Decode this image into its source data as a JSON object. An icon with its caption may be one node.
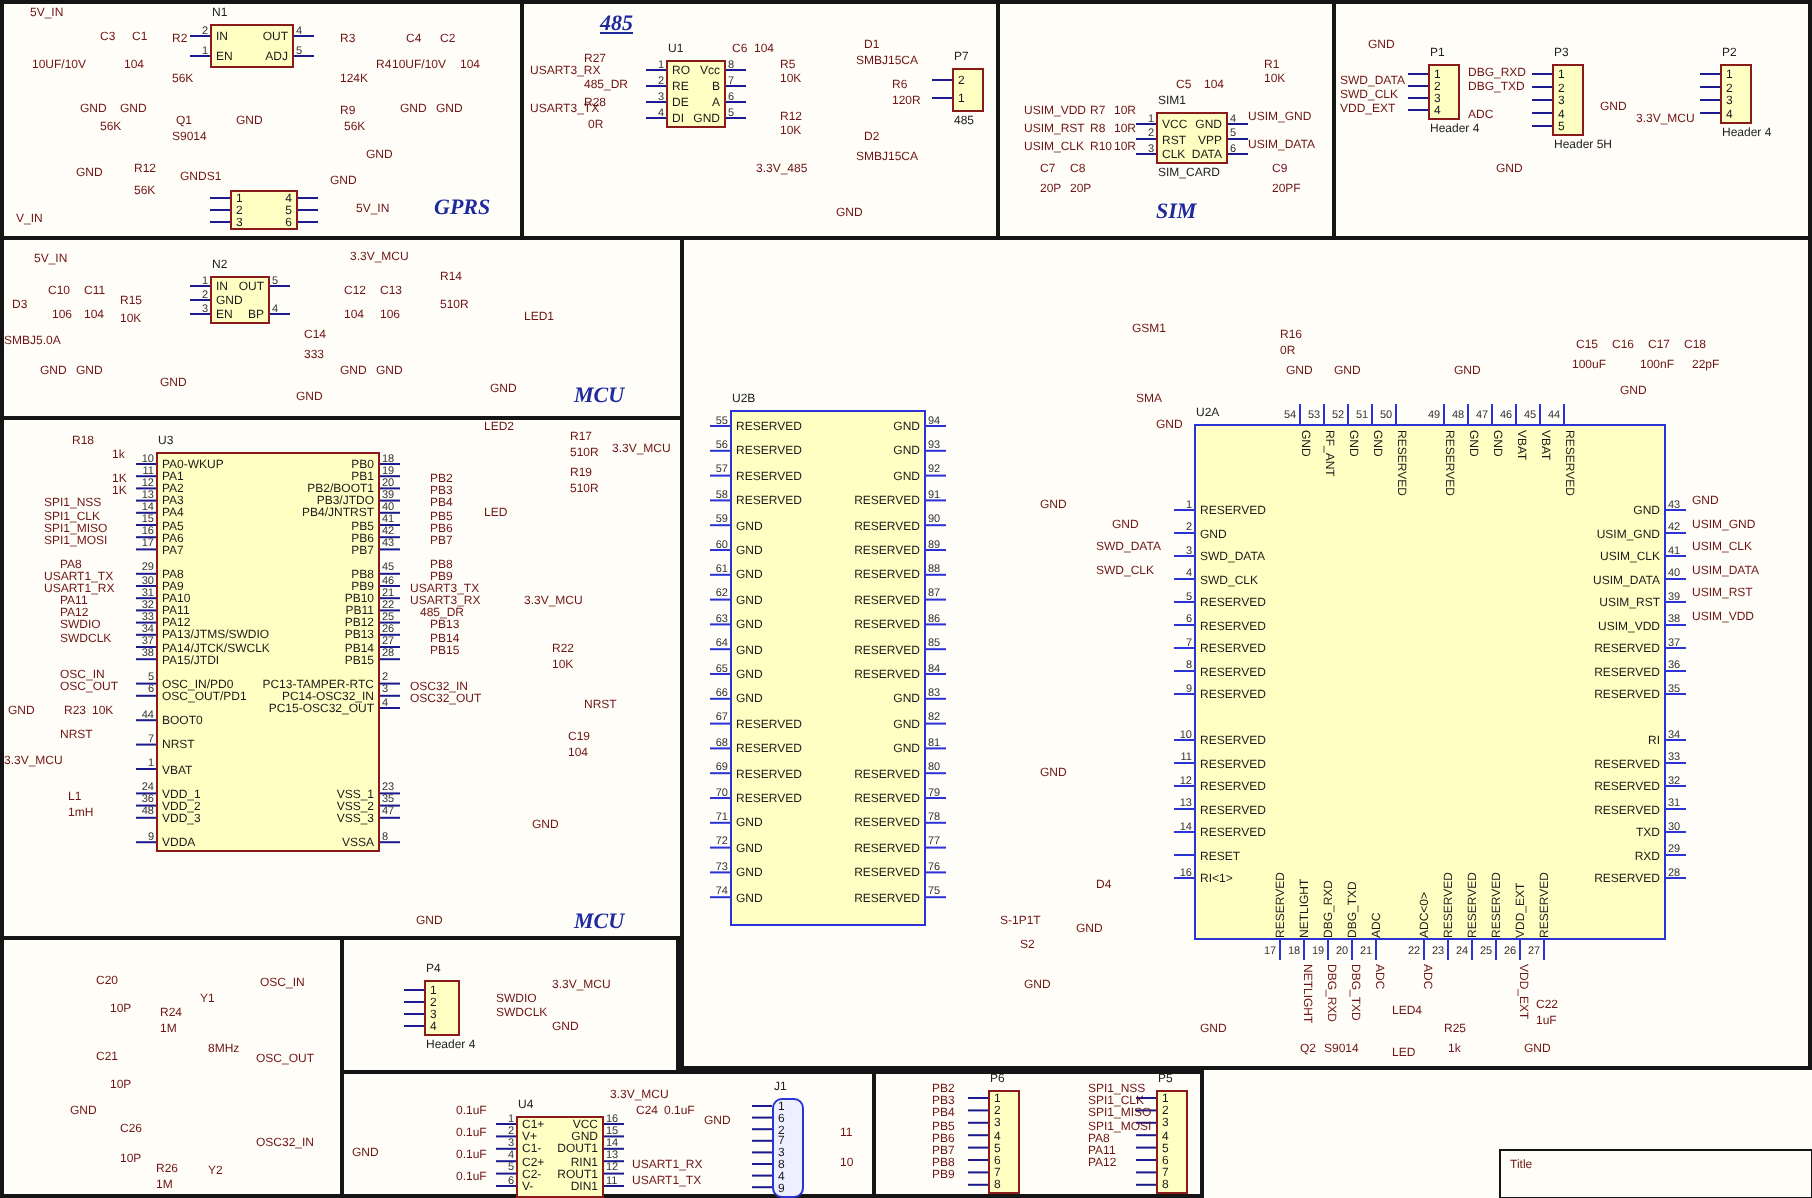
{
  "diagram": {
    "nodes": [
      {
        "text": [
          "GPRS"
        ]
      },
      {
        "text": [
          "N1",
          "IN",
          "EN",
          "OUT",
          "ADJ",
          "2",
          "1",
          "4",
          "5"
        ],
        "in": 0
      },
      {
        "text": [
          "1",
          "2",
          "3",
          "4",
          "5",
          "6"
        ],
        "in": 0
      },
      {
        "text": [
          "485"
        ]
      },
      {
        "text": [
          "U1",
          "RO",
          "RE",
          "DE",
          "DI",
          "Vcc",
          "B",
          "A",
          "GND",
          "1",
          "2",
          "3",
          "4",
          "8",
          "7",
          "6",
          "5"
        ],
        "in": 3
      },
      {
        "text": [
          "P7",
          "2",
          "1",
          "485"
        ],
        "in": 3
      },
      {
        "text": [
          "SIM"
        ]
      },
      {
        "text": [
          "SIM1",
          "VCC",
          "RST",
          "CLK",
          "GND",
          "VPP",
          "DATA",
          "1",
          "2",
          "3",
          "4",
          "5",
          "6",
          "SIM_CARD"
        ],
        "in": 6
      },
      {
        "text": [],
        "shape": "box"
      },
      {
        "text": [
          "P1",
          "1",
          "2",
          "3",
          "4",
          "Header 4"
        ],
        "in": 8
      },
      {
        "text": [
          "P3",
          "1",
          "2",
          "3",
          "4",
          "5",
          "Header 5H"
        ],
        "in": 8
      },
      {
        "text": [
          "P2",
          "1",
          "2",
          "3",
          "4",
          "Header 4"
        ],
        "in": 8
      },
      {
        "text": [
          "MCU"
        ]
      },
      {
        "text": [
          "N2",
          "IN",
          "GND",
          "EN",
          "OUT",
          "BP",
          "1",
          "2",
          "3",
          "5",
          "4"
        ],
        "in": 12
      },
      {
        "text": [
          "MCU"
        ]
      },
      {
        "text": [
          "U3",
          "PA0-WKUP",
          "PA1",
          "PA2",
          "PA3",
          "PA4",
          "PA5",
          "PA6",
          "PA7",
          "PA8",
          "PA9",
          "PA10",
          "PA11",
          "PA12",
          "PA13/JTMS/SWDIO",
          "PA14/JTCK/SWCLK",
          "PA15/JTDI",
          "OSC_IN/PD0",
          "OSC_OUT/PD1",
          "BOOT0",
          "NRST",
          "VBAT",
          "VDD_1",
          "VDD_2",
          "VDD_3",
          "VDDA",
          "PB0",
          "PB1",
          "PB2/BOOT1",
          "PB3/JTDO",
          "PB4/JNTRST",
          "PB5",
          "PB6",
          "PB7",
          "PB8",
          "PB9",
          "PB10",
          "PB11",
          "PB12",
          "PB13",
          "PB14",
          "PB15",
          "PC13-TAMPER-RTC",
          "PC14-OSC32_IN",
          "PC15-OSC32_OUT",
          "VSS_1",
          "VSS_2",
          "VSS_3",
          "VSSA",
          "10",
          "11",
          "12",
          "13",
          "14",
          "15",
          "16",
          "17",
          "29",
          "30",
          "31",
          "32",
          "33",
          "34",
          "37",
          "38",
          "5",
          "6",
          "44",
          "7",
          "1",
          "24",
          "36",
          "48",
          "9",
          "18",
          "19",
          "20",
          "39",
          "40",
          "41",
          "42",
          "43",
          "45",
          "46",
          "21",
          "22",
          "25",
          "26",
          "27",
          "28",
          "2",
          "3",
          "4",
          "23",
          "35",
          "47",
          "8"
        ],
        "in": 14
      },
      {
        "text": [],
        "shape": "box"
      },
      {
        "text": [
          "U2B",
          "RESERVED",
          "RESERVED",
          "RESERVED",
          "RESERVED",
          "GND",
          "GND",
          "GND",
          "GND",
          "GND",
          "GND",
          "GND",
          "GND",
          "RESERVED",
          "RESERVED",
          "RESERVED",
          "RESERVED",
          "GND",
          "GND",
          "GND",
          "GND",
          "GND",
          "GND",
          "GND",
          "RESERVED",
          "RESERVED",
          "RESERVED",
          "RESERVED",
          "RESERVED",
          "RESERVED",
          "RESERVED",
          "RESERVED",
          "GND",
          "GND",
          "GND",
          "RESERVED",
          "RESERVED",
          "RESERVED",
          "RESERVED",
          "RESERVED",
          "RESERVED",
          "55",
          "56",
          "57",
          "58",
          "59",
          "60",
          "61",
          "62",
          "63",
          "64",
          "65",
          "66",
          "67",
          "68",
          "69",
          "70",
          "71",
          "72",
          "73",
          "74",
          "94",
          "93",
          "92",
          "91",
          "90",
          "89",
          "88",
          "87",
          "86",
          "85",
          "84",
          "83",
          "82",
          "81",
          "80",
          "79",
          "78",
          "77",
          "76",
          "75"
        ],
        "in": 16
      },
      {
        "text": [
          "U2A",
          "RESERVED",
          "GND",
          "SWD_DATA",
          "SWD_CLK",
          "RESERVED",
          "RESERVED",
          "RESERVED",
          "RESERVED",
          "RESERVED",
          "RESERVED",
          "RESERVED",
          "RESERVED",
          "RESERVED",
          "RESERVED",
          "RESET",
          "RI<1>",
          "GND",
          "USIM_GND",
          "USIM_CLK",
          "USIM_DATA",
          "USIM_RST",
          "USIM_VDD",
          "RESERVED",
          "RESERVED",
          "RESERVED",
          "RI",
          "RESERVED",
          "RESERVED",
          "RESERVED",
          "TXD",
          "RXD",
          "RESERVED",
          "GND",
          "RF_ANT",
          "GND",
          "GND",
          "RESERVED",
          "RESERVED",
          "GND",
          "GND",
          "VBAT",
          "VBAT",
          "RESERVED",
          "RESERVED",
          "NETLIGHT",
          "DBG_RXD",
          "DBG_TXD",
          "ADC",
          "ADC<0>",
          "RESERVED",
          "RESERVED",
          "RESERVED",
          "VDD_EXT",
          "RESERVED",
          "1",
          "2",
          "3",
          "4",
          "5",
          "6",
          "7",
          "8",
          "9",
          "10",
          "11",
          "12",
          "13",
          "14",
          "16",
          "43",
          "42",
          "41",
          "40",
          "39",
          "38",
          "37",
          "36",
          "35",
          "34",
          "33",
          "32",
          "31",
          "30",
          "29",
          "28",
          "54",
          "53",
          "52",
          "51",
          "50",
          "49",
          "48",
          "47",
          "46",
          "45",
          "44",
          "17",
          "18",
          "19",
          "20",
          "21",
          "22",
          "23",
          "24",
          "25",
          "26",
          "27"
        ],
        "in": 16
      },
      {
        "text": [],
        "shape": "box"
      },
      {
        "text": [],
        "shape": "box"
      },
      {
        "text": [
          "P4",
          "1",
          "2",
          "3",
          "4",
          "Header 4"
        ],
        "in": 20
      },
      {
        "text": [],
        "shape": "box"
      },
      {
        "text": [
          "U4",
          "C1+",
          "V+",
          "C1-",
          "C2+",
          "C2-",
          "V-",
          "VCC",
          "GND",
          "DOUT1",
          "RIN1",
          "ROUT1",
          "DIN1",
          "1",
          "2",
          "3",
          "4",
          "5",
          "6",
          "16",
          "15",
          "14",
          "13",
          "12",
          "11"
        ],
        "in": 22
      },
      {
        "text": [
          "J1",
          "1",
          "6",
          "2",
          "7",
          "3",
          "8",
          "4",
          "9"
        ],
        "in": 22
      },
      {
        "text": [],
        "shape": "box"
      },
      {
        "text": [
          "P6",
          "1",
          "2",
          "3",
          "4",
          "5",
          "6",
          "7",
          "8"
        ],
        "in": 25
      },
      {
        "text": [
          "P5",
          "1",
          "2",
          "3",
          "4",
          "5",
          "6",
          "7",
          "8"
        ],
        "in": 25
      }
    ],
    "labels": [
      "5V_IN",
      "C3",
      "C1",
      "10UF/10V",
      "104",
      "R2",
      "56K",
      "GND",
      "GND",
      "GND",
      "R3",
      "124K",
      "R4",
      "R9",
      "56K",
      "C4",
      "C2",
      "10UF/10V",
      "104",
      "GND",
      "GND",
      "GND",
      "GND",
      "Q1",
      "S9014",
      "R12",
      "56K",
      "GNDS1",
      "56K",
      "GND",
      "V_IN",
      "5V_IN",
      "USART3_RX",
      "R27",
      "485_DR",
      "USART3_TX",
      "R28",
      "0R",
      "C6",
      "104",
      "R5",
      "10K",
      "R12",
      "10K",
      "3.3V_485",
      "D1",
      "SMBJ15CA",
      "D2",
      "SMBJ15CA",
      "GND",
      "R6",
      "120R",
      "USIM_VDD",
      "R7",
      "USIM_RST",
      "R8",
      "USIM_CLK",
      "R10",
      "10R",
      "10R",
      "10R",
      "C5",
      "104",
      "R1",
      "10K",
      "USIM_GND",
      "USIM_DATA",
      "C7",
      "20P",
      "C8",
      "20P",
      "C9",
      "20PF",
      "GND",
      "SWD_DATA",
      "SWD_CLK",
      "VDD_EXT",
      "DBG_RXD",
      "DBG_TXD",
      "ADC",
      "GND",
      "GND",
      "3.3V_MCU",
      "5V_IN",
      "D3",
      "SMBJ5.0A",
      "C10",
      "106",
      "C11",
      "104",
      "R15",
      "10K",
      "GND",
      "GND",
      "GND",
      "C14",
      "333",
      "GND",
      "3.3V_MCU",
      "C12",
      "104",
      "C13",
      "106",
      "GND",
      "GND",
      "R14",
      "510R",
      "LED1",
      "GND",
      "R18",
      "1k",
      "1K",
      "1K",
      "SPI1_NSS",
      "SPI1_CLK",
      "SPI1_MISO",
      "SPI1_MOSI",
      "PA8",
      "USART1_TX",
      "USART1_RX",
      "PA11",
      "PA12",
      "SWDIO",
      "SWDCLK",
      "OSC_IN",
      "OSC_OUT",
      "GND",
      "R23",
      "10K",
      "NRST",
      "3.3V_MCU",
      "L1",
      "1mH",
      "PB2",
      "PB3",
      "PB4",
      "PB5",
      "PB6",
      "PB7",
      "PB8",
      "PB9",
      "USART3_TX",
      "USART3_RX",
      "485_DR",
      "PB13",
      "PB14",
      "PB15",
      "OSC32_IN",
      "OSC32_OUT",
      "LED2",
      "R17",
      "510R",
      "R19",
      "510R",
      "LED",
      "3.3V_MCU",
      "3.3V_MCU",
      "R22",
      "10K",
      "NRST",
      "C19",
      "104",
      "GND",
      "GND",
      "GSM1",
      "SMA",
      "GND",
      "R16",
      "0R",
      "GND",
      "GND",
      "GND",
      "C15",
      "C16",
      "C17",
      "C18",
      "100uF",
      "100nF",
      "22pF",
      "GND",
      "GND",
      "GND",
      "GND",
      "SWD_DATA",
      "SWD_CLK",
      "GND",
      "USIM_GND",
      "USIM_CLK",
      "USIM_DATA",
      "USIM_RST",
      "USIM_VDD",
      "S-1P1T",
      "S2",
      "D4",
      "GND",
      "GND",
      "NETLIGHT",
      "DBG_RXD",
      "DBG_TXD",
      "ADC",
      "ADC",
      "VDD_EXT",
      "C22",
      "1uF",
      "GND",
      "GND",
      "Q2",
      "S9014",
      "LED4",
      "LED",
      "R25",
      "1k",
      "Title",
      "C20",
      "10P",
      "R24",
      "1M",
      "Y1",
      "8MHz",
      "OSC_IN",
      "C21",
      "10P",
      "OSC_OUT",
      "GND",
      "C26",
      "10P",
      "OSC32_IN",
      "R26",
      "1M",
      "Y2",
      "3.3V_MCU",
      "SWDIO",
      "SWDCLK",
      "GND",
      "GND",
      "0.1uF",
      "0.1uF",
      "0.1uF",
      "0.1uF",
      "3.3V_MCU",
      "C24",
      "0.1uF",
      "GND",
      "USART1_RX",
      "USART1_TX",
      "11",
      "10",
      "PB2",
      "PB3",
      "PB4",
      "PB5",
      "PB6",
      "PB7",
      "PB8",
      "PB9",
      "SPI1_NSS",
      "SPI1_CLK",
      "SPI1_MISO",
      "SPI1_MOSI",
      "PA8",
      "PA11",
      "PA12"
    ]
  }
}
